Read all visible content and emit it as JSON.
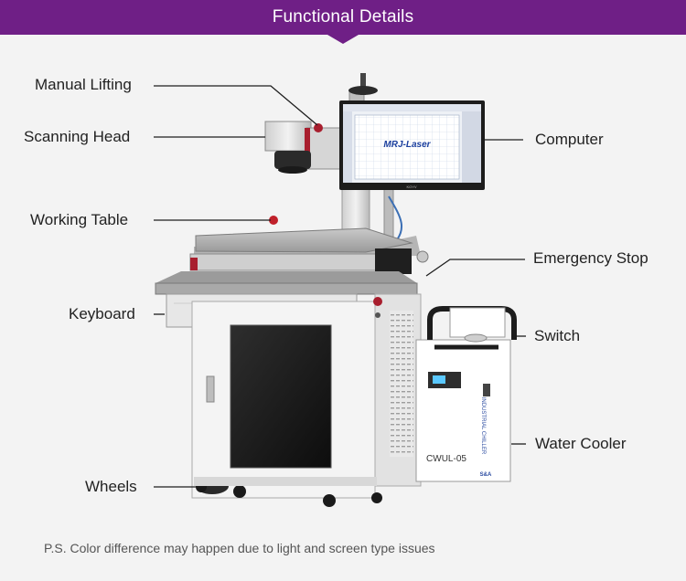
{
  "header": {
    "title": "Functional Details"
  },
  "labels": {
    "manual_lifting": "Manual Lifting",
    "scanning_head": "Scanning Head",
    "working_table": "Working Table",
    "keyboard": "Keyboard",
    "wheels": "Wheels",
    "computer": "Computer",
    "emergency_stop": "Emergency Stop",
    "switch": "Switch",
    "water_cooler": "Water Cooler"
  },
  "product": {
    "screen_logo": "MRJ-Laser",
    "monitor_brand": "KOYV",
    "chiller_model": "CWUL-05",
    "chiller_side_text": "INDUSTRIAL CHILLER",
    "chiller_brand": "S&A"
  },
  "footnote": "P.S. Color difference may happen due to light and screen type issues",
  "colors": {
    "banner": "#6f1f86",
    "background": "#f3f3f3",
    "cabinet": "#f4f4f4",
    "accent_red": "#a81e2e"
  }
}
